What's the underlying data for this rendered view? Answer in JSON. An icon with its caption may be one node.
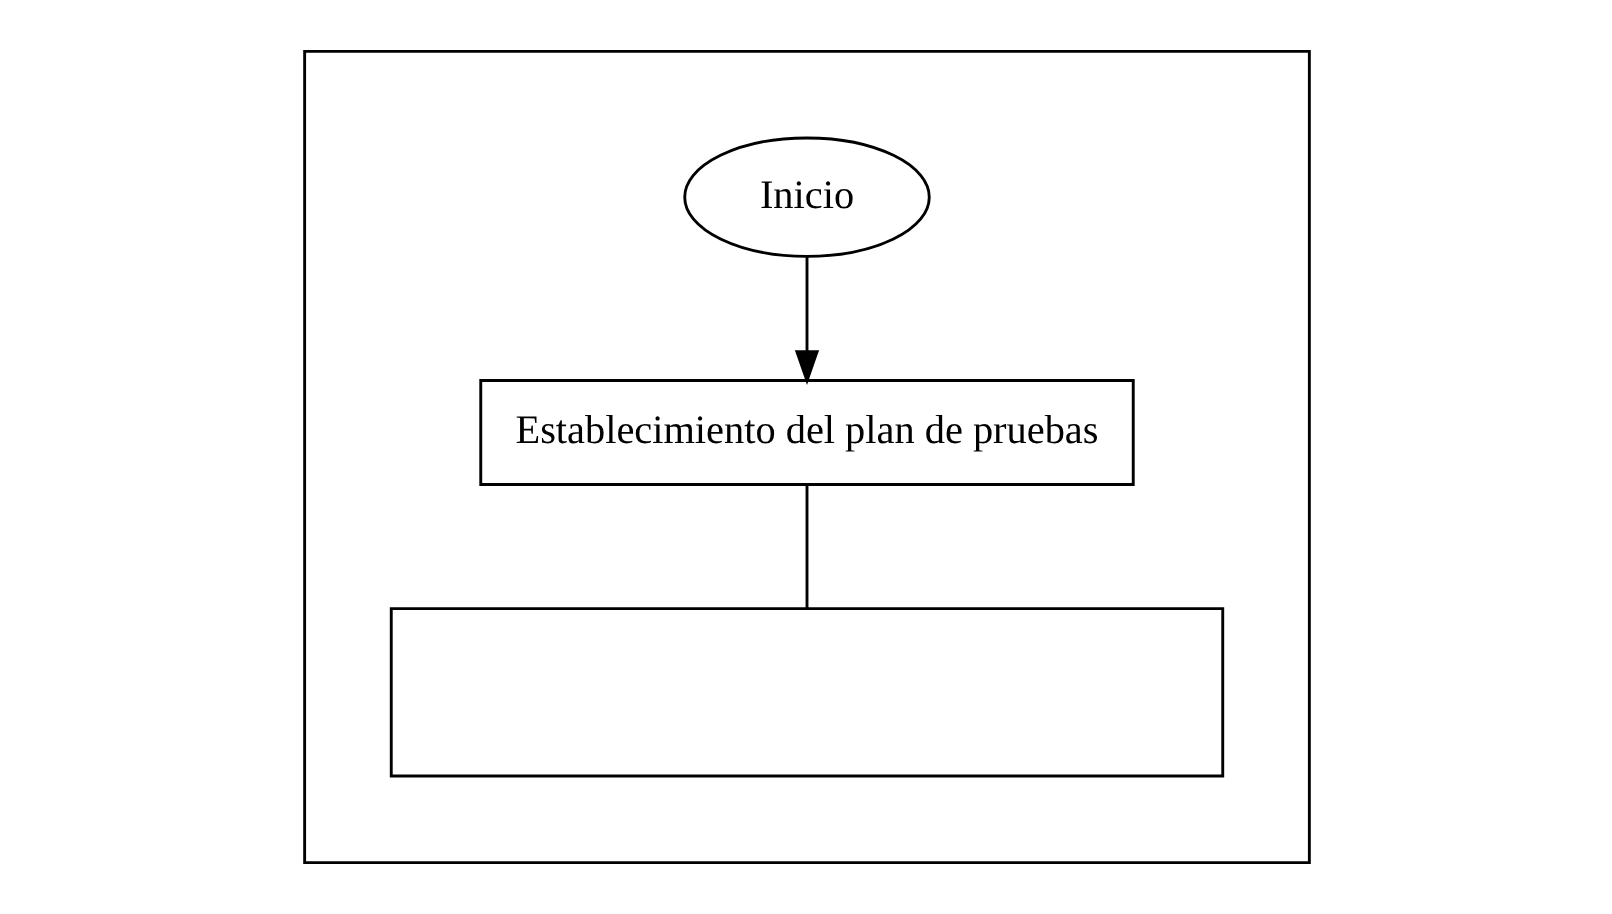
{
  "diagram": {
    "nodes": [
      {
        "text": [],
        "shape": "box"
      },
      {
        "text": [
          "Inicio"
        ],
        "in": 0
      },
      {
        "text": [
          "Establecimiento del plan de pruebas"
        ],
        "in": 0
      },
      {
        "text": [],
        "shape": "box",
        "in": 0
      }
    ],
    "edges": [
      {
        "from": 1,
        "to": 2,
        "arrow": "to"
      },
      {
        "from": 2,
        "to": 3,
        "arrow": "none"
      }
    ]
  }
}
